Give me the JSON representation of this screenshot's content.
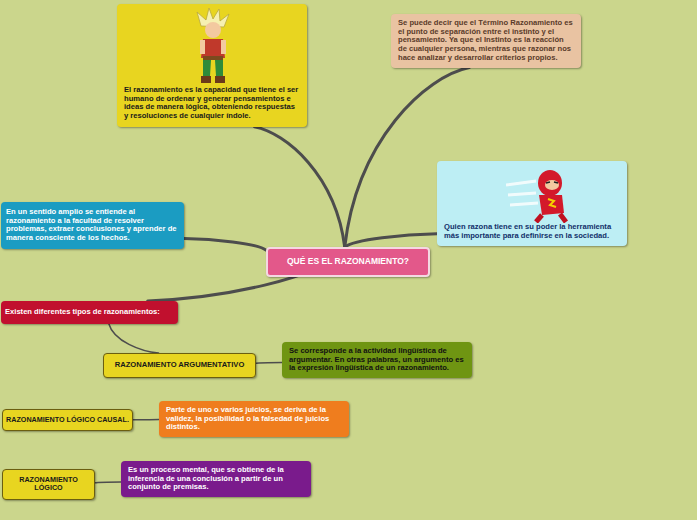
{
  "diagram": {
    "nodes": [
      {
        "text": [
          "QUÉ ES EL RAZONAMIENTO?"
        ]
      },
      {
        "text": [
          "El razonamiento es la capacidad que tiene el ser humano de ordenar y generar pensamientos e ideas de manera lógica, obteniendo respuestas y resoluciones de cualquier índole."
        ]
      },
      {
        "text": [
          "Se puede decir que el Término Razonamiento es el punto de separación entre el instinto y el pensamiento. Ya que el Instinto es la reacción de cualquier persona, mientras que razonar nos hace analizar y desarrollar criterios propios."
        ]
      },
      {
        "text": [
          "Quien razona tiene en su poder la herramienta más importante para definirse en la sociedad."
        ]
      },
      {
        "text": [
          "En un sentido amplio se entiende al razonamiento a la facultad de resolver problemas, extraer conclusiones y aprender de manera consciente de los hechos."
        ]
      },
      {
        "text": [
          "Existen diferentes tipos de razonamientos:"
        ]
      },
      {
        "text": [
          "RAZONAMIENTO ARGUMENTATIVO"
        ]
      },
      {
        "text": [
          "Se corresponde a la actividad lingüística de argumentar. En otras palabras, un argumento es la expresión lingüística de un razonamiento."
        ]
      },
      {
        "text": [
          "RAZONAMIENTO LÓGICO CAUSAL."
        ]
      },
      {
        "text": [
          "Parte de uno o varios juicios, se deriva de la validez, la posibilidad o la falsedad de juicios distintos."
        ]
      },
      {
        "text": [
          "RAZONAMIENTO LÓGICO"
        ]
      },
      {
        "text": [
          "Es un proceso mental, que se obtiene de la inferencia de una conclusión a partir de un conjunto de premisas."
        ]
      }
    ],
    "edges": [
      {
        "from": 0,
        "to": 1,
        "arrow": "none"
      },
      {
        "from": 0,
        "to": 2,
        "arrow": "none"
      },
      {
        "from": 0,
        "to": 3,
        "arrow": "none"
      },
      {
        "from": 0,
        "to": 4,
        "arrow": "none"
      },
      {
        "from": 0,
        "to": 5,
        "arrow": "none"
      },
      {
        "from": 5,
        "to": 6,
        "arrow": "none"
      },
      {
        "from": 6,
        "to": 7,
        "arrow": "none"
      },
      {
        "from": 8,
        "to": 9,
        "arrow": "none"
      },
      {
        "from": 10,
        "to": 11,
        "arrow": "none"
      }
    ]
  }
}
